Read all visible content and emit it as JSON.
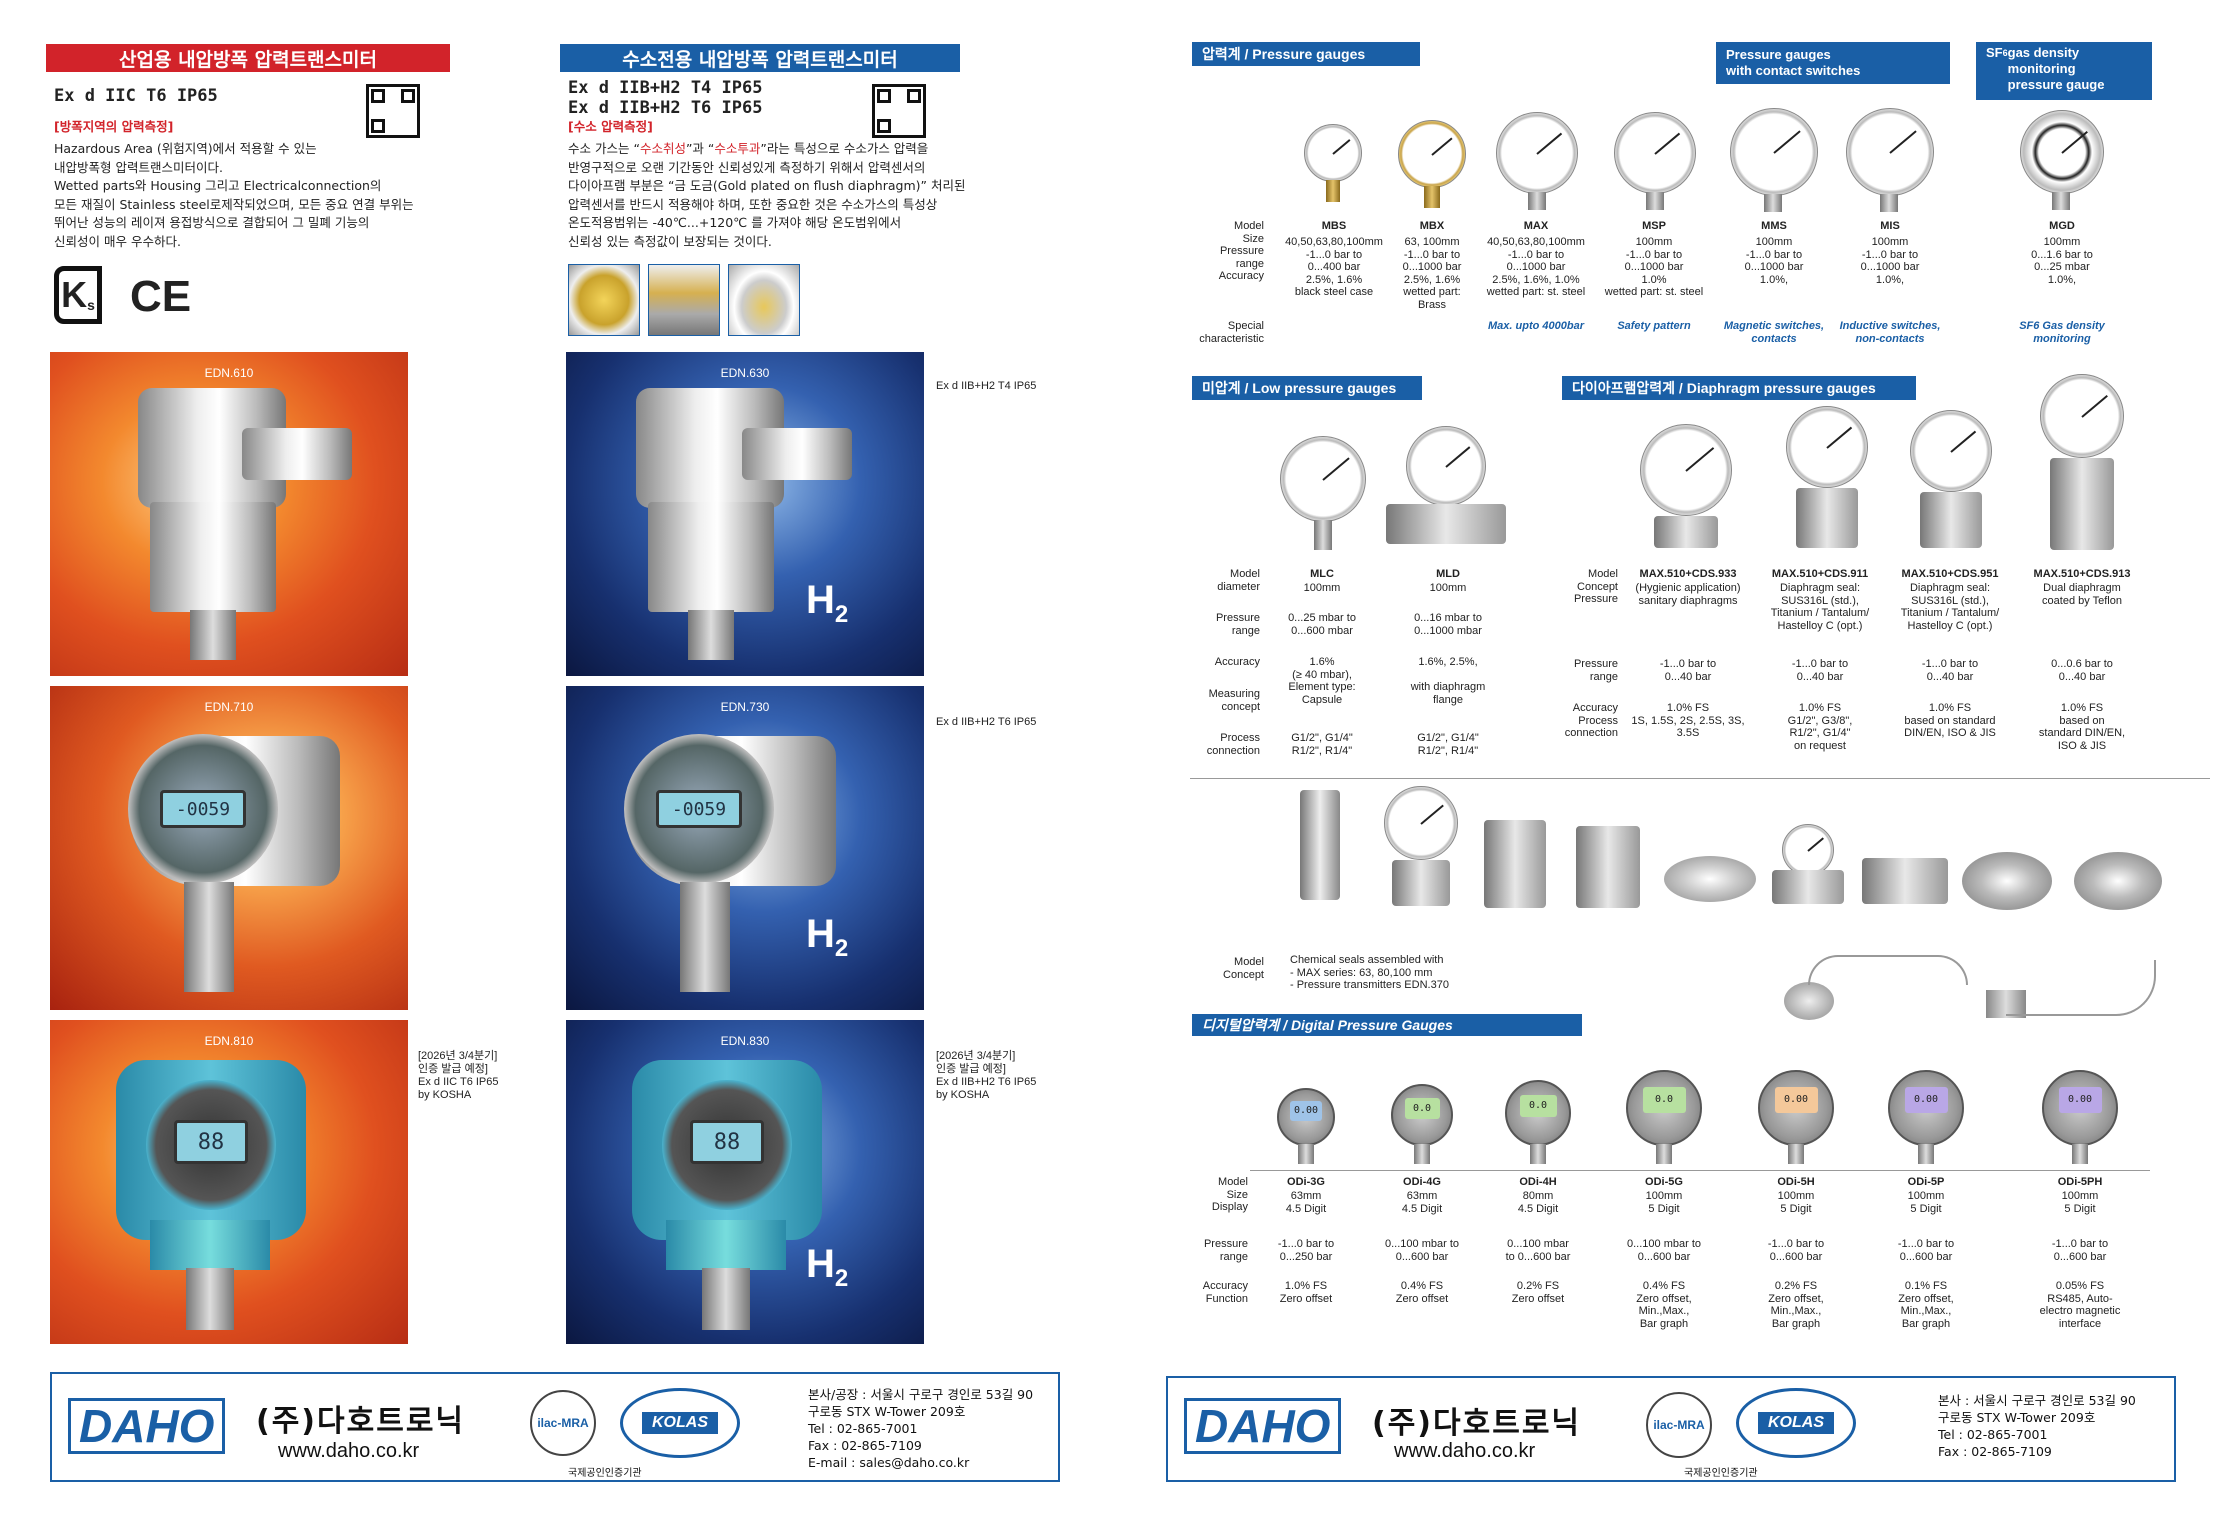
{
  "left": {
    "hdr_industrial": "산업용 내압방폭 압력트랜스미터",
    "hdr_hydrogen": "수소전용 내압방폭 압력트랜스미터",
    "sub_industrial": "Ex d IIC T6 IP65",
    "sub_hydrogen": "Ex d IIB+H2 T4 IP65\nEx d IIB+H2 T6 IP65",
    "tag_industrial": "[방폭지역의 압력측정]",
    "tag_hydrogen": "[수소 압력측정]",
    "desc_industrial": "Hazardous Area (위험지역)에서 적용할 수 있는\n내압방폭형 압력트랜스미터이다.\nWetted parts와 Housing 그리고 Electricalconnection의\n모든 재질이 Stainless steel로제작되었으며, 모든 중요 연결 부위는\n뛰어난 성능의 레이져 용접방식으로 결합되어 그 밀폐 기능의\n신뢰성이 매우 우수하다.",
    "desc_hydrogen_1": "수소 가스는 “",
    "desc_hydrogen_red1": "수소취성",
    "desc_hydrogen_2": "”과 “",
    "desc_hydrogen_red2": "수소투과",
    "desc_hydrogen_3": "”라는 특성으로 수소가스 압력을\n반영구적으로 오랜 기간동안 신뢰성있게 측정하기 위해서 압력센서의\n다이아프램 부분은 “금 도금(Gold plated on flush diaphragm)” 처리된\n압력센서를 반드시 적용해야 하며, 또한 중요한 것은 수소가스의 특성상\n온도적용범위는 -40℃...+120℃ 를 가져야 해당 온도범위에서\n신뢰성 있는 측정값이 보장되는 것이다.",
    "kc": "K",
    "kc_s": "s",
    "ce": "CE",
    "h2_main": "H",
    "h2_sub": "2",
    "products": [
      {
        "name": "EDN.610"
      },
      {
        "name": "EDN.630"
      },
      {
        "name": "EDN.710"
      },
      {
        "name": "EDN.730"
      },
      {
        "name": "EDN.810"
      },
      {
        "name": "EDN.830"
      }
    ],
    "lcd_710": "-0059",
    "lcd_730": "-0059",
    "lcd_810": "88",
    "lcd_830": "88",
    "note_630": "Ex d IIB+H2 T4 IP65",
    "note_730": "Ex d IIB+H2 T6 IP65",
    "note_810": "[2026년 3/4분기]\n인증 발급 예정]\nEx d IIC T6 IP65\nby KOSHA",
    "note_830": "[2026년 3/4분기]\n인증 발급 예정]\nEx d IIB+H2 T6 IP65\nby KOSHA"
  },
  "footer": {
    "logo": "DAHO",
    "company": "(주)다호트로닉",
    "web": "www.daho.co.kr",
    "ilac": "ilac-MRA",
    "kolas": "KOLAS",
    "cert": "국제공인인증기관",
    "addr_left": "본사/공장 : 서울시 구로구 경인로 53길 90\n구로동 STX W-Tower 209호\nTel : 02-865-7001\nFax : 02-865-7109\nE-mail : sales@daho.co.kr",
    "addr_right": "본사 : 서울시 구로구 경인로 53길 90\n구로동 STX W-Tower 209호\nTel : 02-865-7001\nFax : 02-865-7109"
  },
  "right": {
    "sec_pressure": "압력계 / Pressure gauges",
    "sec_contact": "Pressure gauges\nwith contact switches",
    "sec_sf6_a": "SF",
    "sec_sf6_sub": "6",
    "sec_sf6_b": " gas density\nmonitoring\npressure gauge",
    "pg_labels": "Model\nSize\nPressure\nrange\nAccuracy",
    "pg_special": "Special\ncharacteristic",
    "pg": [
      {
        "model": "MBS",
        "spec": "40,50,63,80,100mm\n-1...0 bar to\n0...400 bar\n2.5%, 1.6%\nblack steel case",
        "special": ""
      },
      {
        "model": "MBX",
        "spec": "63, 100mm\n-1...0 bar to\n0...1000 bar\n2.5%, 1.6%\nwetted part:\nBrass",
        "special": ""
      },
      {
        "model": "MAX",
        "spec": "40,50,63,80,100mm\n-1...0 bar to\n0...1000 bar\n2.5%, 1.6%, 1.0%\nwetted part: st. steel",
        "special": "Max. upto 4000bar"
      },
      {
        "model": "MSP",
        "spec": "100mm\n-1...0 bar to\n0...1000 bar\n1.0%\nwetted part: st. steel",
        "special": "Safety pattern"
      },
      {
        "model": "MMS",
        "spec": "100mm\n-1...0 bar to\n0...1000 bar\n1.0%,",
        "special": "Magnetic switches,\ncontacts"
      },
      {
        "model": "MIS",
        "spec": "100mm\n-1...0 bar to\n0...1000 bar\n1.0%,",
        "special": "Inductive switches,\nnon-contacts"
      },
      {
        "model": "MGD",
        "spec": "100mm\n0...1.6 bar to\n0...25 mbar\n1.0%,",
        "special": "SF6 Gas density\nmonitoring"
      }
    ],
    "sec_low": "미압계 / Low pressure gauges",
    "sec_diaphragm": "다이아프램압력계 / Diaphragm pressure gauges",
    "low_labels_1": "Model\ndiameter",
    "low_labels_2": "Pressure\nrange",
    "low_labels_3": "Accuracy",
    "low_labels_4": "Measuring\nconcept",
    "low_labels_5": "Process\nconnection",
    "low": [
      {
        "model": "MLC",
        "d": "100mm",
        "range": "0...25 mbar to\n0...600 mbar",
        "acc": "1.6%\n(≥ 40 mbar),\nElement type:\nCapsule",
        "conn": "G1/2\", G1/4\"\nR1/2\", R1/4\""
      },
      {
        "model": "MLD",
        "d": "100mm",
        "range": "0...16 mbar to\n0...1000 mbar",
        "acc": "1.6%, 2.5%,\n\nwith diaphragm\nflange",
        "conn": "G1/2\", G1/4\"\nR1/2\", R1/4\""
      }
    ],
    "dia_labels_1": "Model\nConcept\nPressure",
    "dia_labels_2": "Pressure\nrange",
    "dia_labels_3": "Accuracy\nProcess\nconnection",
    "dia": [
      {
        "model": "MAX.510+CDS.933",
        "concept": "(Hygienic application)\nsanitary diaphragms",
        "range": "-1...0 bar  to\n0...40 bar",
        "acc": "1.0% FS\n1S, 1.5S, 2S, 2.5S, 3S,\n3.5S"
      },
      {
        "model": "MAX.510+CDS.911",
        "concept": "Diaphragm seal:\nSUS316L (std.),\nTitanium / Tantalum/\nHastelloy C (opt.)",
        "range": "-1...0 bar  to\n0...40 bar",
        "acc": "1.0% FS\nG1/2\", G3/8\",\nR1/2\", G1/4\"\non request"
      },
      {
        "model": "MAX.510+CDS.951",
        "concept": "Diaphragm seal:\nSUS316L (std.),\nTitanium / Tantalum/\nHastelloy C (opt.)",
        "range": "-1...0 bar  to\n0...40 bar",
        "acc": "1.0% FS\nbased on standard\nDIN/EN, ISO & JIS"
      },
      {
        "model": "MAX.510+CDS.913",
        "concept": "Dual diaphragm\ncoated by Teflon",
        "range": "0...0.6 bar  to\n0...40 bar",
        "acc": "1.0% FS\nbased on\nstandard DIN/EN,\nISO & JIS"
      }
    ],
    "seal_labels": "Model\nConcept",
    "seal_text": "Chemical seals assembled with\n-   MAX series: 63, 80,100 mm\n-   Pressure transmitters EDN.370",
    "sec_digital": "디지털압력계 / Digital Pressure Gauges",
    "dg_labels_1": "Model\nSize\nDisplay",
    "dg_labels_2": "Pressure\nrange",
    "dg_labels_3": "Accuracy\nFunction",
    "dg": [
      {
        "model": "ODi-3G",
        "spec": "63mm\n4.5 Digit",
        "range": "-1...0 bar to\n0...250 bar",
        "acc": "1.0% FS\nZero offset",
        "lcd": "0.00",
        "color": "#9fc3e8"
      },
      {
        "model": "ODi-4G",
        "spec": "63mm\n4.5 Digit",
        "range": "0...100 mbar to\n0...600 bar",
        "acc": "0.4% FS\nZero offset",
        "lcd": "0.0",
        "color": "#b7e0a0"
      },
      {
        "model": "ODi-4H",
        "spec": "80mm\n4.5 Digit",
        "range": "0...100 mbar\nto 0...600 bar",
        "acc": "0.2% FS\nZero offset",
        "lcd": "0.0",
        "color": "#b7e0a0"
      },
      {
        "model": "ODi-5G",
        "spec": "100mm\n5 Digit",
        "range": "0...100 mbar to\n0...600 bar",
        "acc": "0.4% FS\nZero offset,\nMin.,Max.,\nBar graph",
        "lcd": "0.0",
        "color": "#b7e0a0"
      },
      {
        "model": "ODi-5H",
        "spec": "100mm\n5 Digit",
        "range": "-1...0 bar to\n0...600 bar",
        "acc": "0.2% FS\nZero offset,\nMin.,Max.,\nBar graph",
        "lcd": "0.00",
        "color": "#f4c89a"
      },
      {
        "model": "ODi-5P",
        "spec": "100mm\n5 Digit",
        "range": "-1...0 bar to\n0...600 bar",
        "acc": "0.1% FS\nZero offset,\nMin.,Max.,\nBar graph",
        "lcd": "0.00",
        "color": "#b9a7e6"
      },
      {
        "model": "ODi-5PH",
        "spec": "100mm\n5 Digit",
        "range": "-1...0 bar to\n0...600 bar",
        "acc": "0.05% FS\nRS485, Auto-\nelectro magnetic\ninterface",
        "lcd": "0.00",
        "color": "#b9a7e6"
      }
    ]
  }
}
